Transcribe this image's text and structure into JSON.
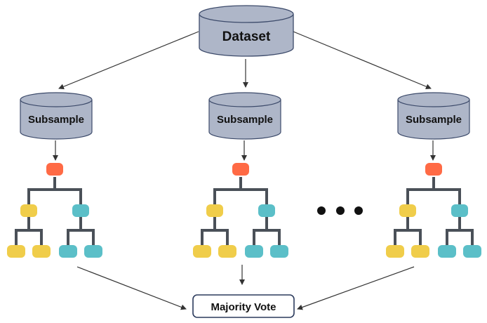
{
  "dataset": {
    "label": "Dataset"
  },
  "subsamples": [
    {
      "label": "Subsample"
    },
    {
      "label": "Subsample"
    },
    {
      "label": "Subsample"
    }
  ],
  "ellipsis": "• • •",
  "majority_vote": {
    "label": "Majority Vote"
  },
  "colors": {
    "cylinder_fill": "#aeb6c8",
    "cylinder_stroke": "#3c4a6a",
    "root_node": "#ff6a45",
    "left_branch": "#f0cd4a",
    "right_branch": "#5bbfc8",
    "tree_edge": "#4a5058",
    "arrow": "#333333",
    "vote_box_stroke": "#2b3a5c"
  }
}
